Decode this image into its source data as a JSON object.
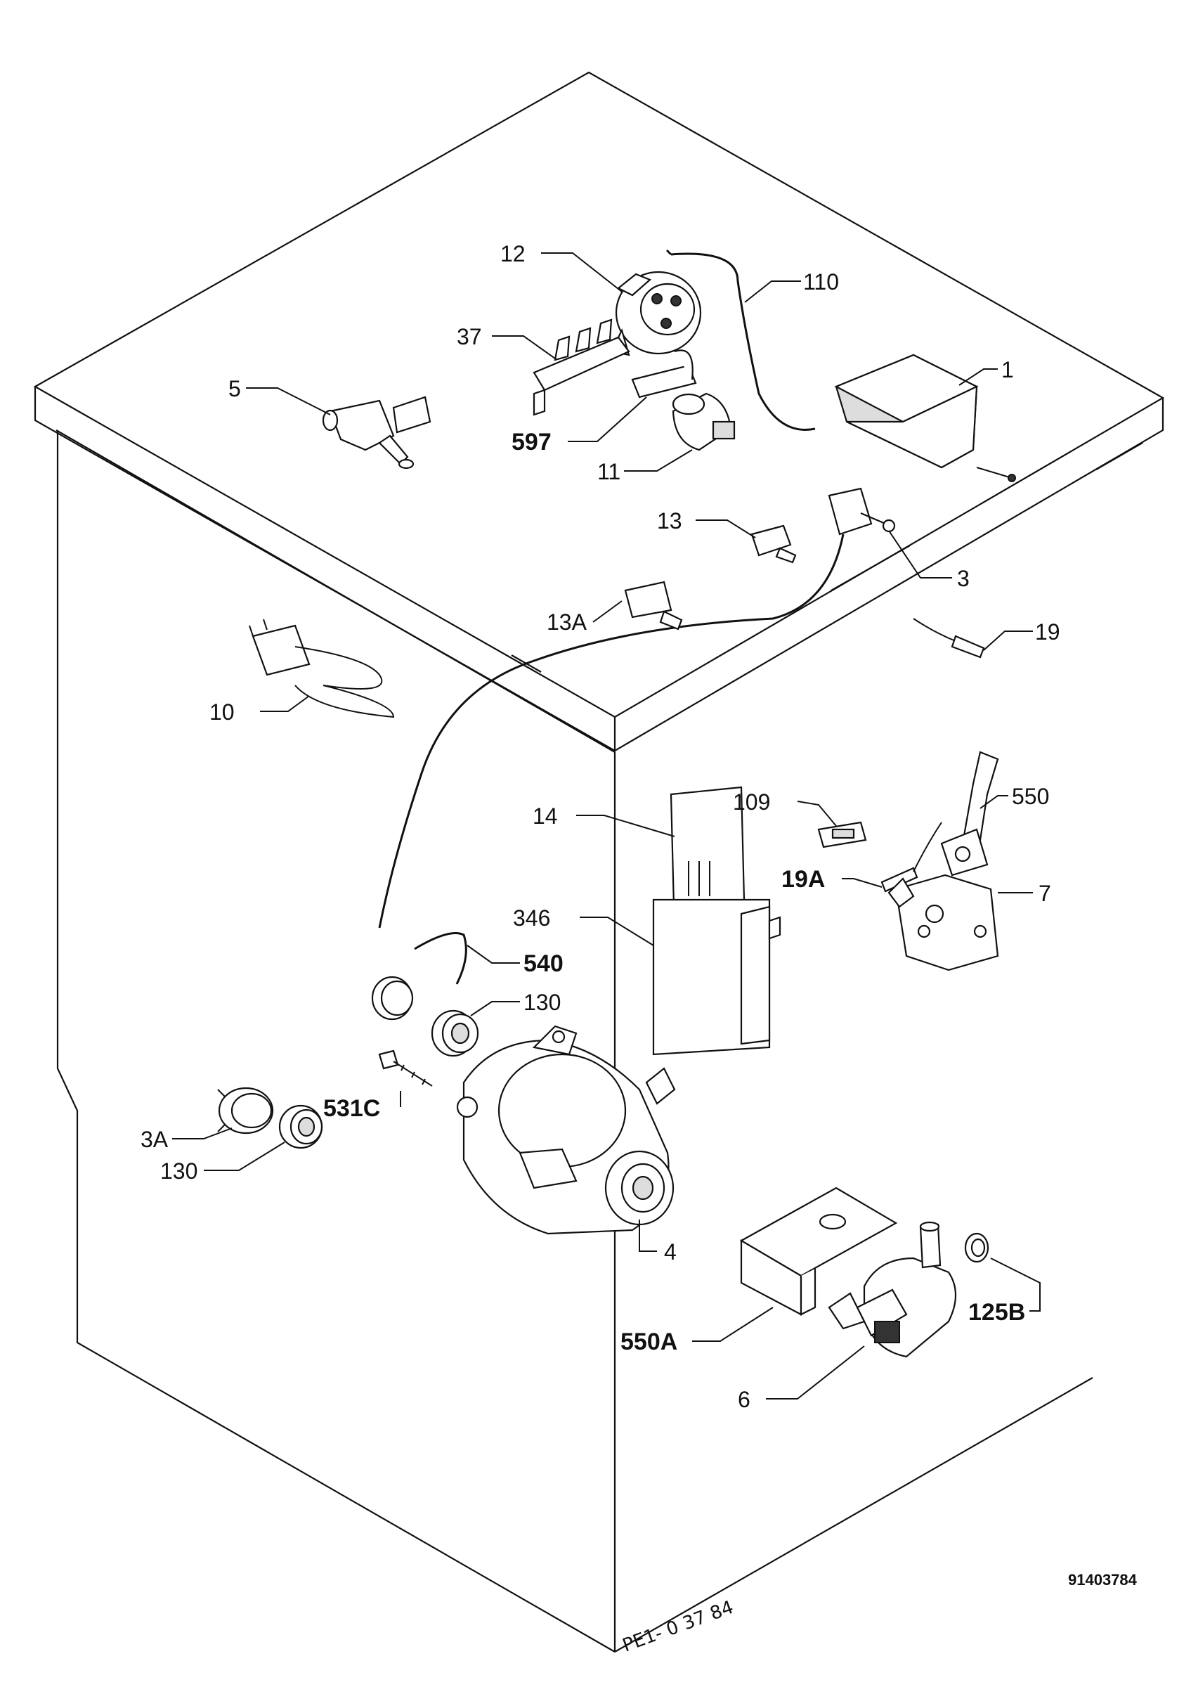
{
  "labels": {
    "p1": "1",
    "p3": "3",
    "p3A": "3A",
    "p4": "4",
    "p5": "5",
    "p6": "6",
    "p7": "7",
    "p10": "10",
    "p11": "11",
    "p12": "12",
    "p13": "13",
    "p13A": "13A",
    "p14": "14",
    "p19": "19",
    "p19A": "19A",
    "p37": "37",
    "p109": "109",
    "p110": "110",
    "p125B": "125B",
    "p130a": "130",
    "p130b": "130",
    "p346": "346",
    "p531C": "531C",
    "p540": "540",
    "p550": "550",
    "p550A": "550A",
    "p597": "597"
  },
  "drawing_code": "91403784",
  "handwritten_note": "PE1- 0 37 84"
}
